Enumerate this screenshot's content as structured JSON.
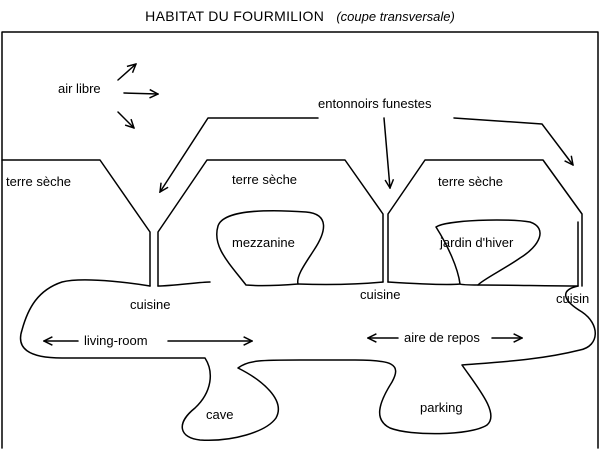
{
  "title": {
    "main": "HABITAT  DU  FOURMILION",
    "subtitle": "(coupe transversale)"
  },
  "labels": {
    "air_libre": "air libre",
    "entonnoirs": "entonnoirs funestes",
    "terre_seche_1": "terre sèche",
    "terre_seche_2": "terre sèche",
    "terre_seche_3": "terre sèche",
    "mezzanine": "mezzanine",
    "jardin": "jardin d'hiver",
    "cuisine_1": "cuisine",
    "cuisine_2": "cuisine",
    "cuisine_3": "cuisin",
    "living_room": "living-room",
    "aire_repos": "aire de repos",
    "cave": "cave",
    "parking": "parking"
  }
}
